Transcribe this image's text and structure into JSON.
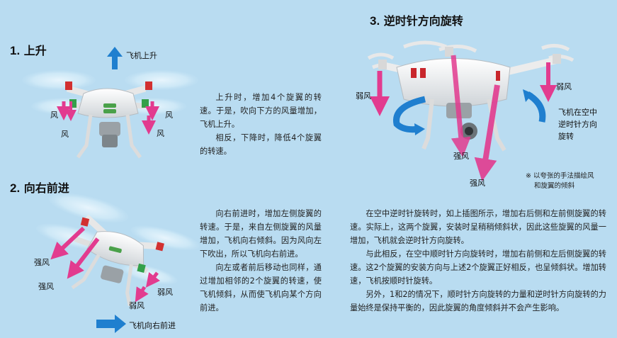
{
  "sections": {
    "s1": {
      "num": "1.",
      "title": "上升"
    },
    "s2": {
      "num": "2.",
      "title": "向右前进"
    },
    "s3": {
      "num": "3.",
      "title": "逆时针方向旋转"
    }
  },
  "labels": {
    "s1_up": "飞机上升",
    "s1_wind": "风",
    "s2_strong": "强风",
    "s2_weak": "弱风",
    "s2_move": "飞机向右前进",
    "s3_weak": "弱风",
    "s3_strong": "强风",
    "s3_rotate_l1": "飞机在空中",
    "s3_rotate_l2": "逆时针方向",
    "s3_rotate_l3": "旋转"
  },
  "note": {
    "l1": "※ 以夸张的手法描绘风",
    "l2": "和旋翼的倾斜"
  },
  "text": {
    "p1a": "上升时，增加4个旋翼的转速。于是，吹向下方的风量增加，飞机上升。",
    "p1b": "相反，下降时，降低4个旋翼的转速。",
    "p2a": "向右前进时，增加左侧旋翼的转速。于是，来自左侧旋翼的风量增加，飞机向右倾斜。因为风向左下吹出，所以飞机向右前进。",
    "p2b": "向左或者前后移动也同样，通过增加相邻的2个旋翼的转速，使飞机倾斜，从而使飞机向某个方向前进。",
    "p3a": "在空中逆时针旋转时，如上插图所示，增加右后侧和左前侧旋翼的转速。实际上，这两个旋翼，安装时呈稍稍倾斜状，因此这些旋翼的风量一增加，飞机就会逆时针方向旋转。",
    "p3b": "与此相反，在空中顺时针方向旋转时，增加右前侧和左后侧旋翼的转速。这2个旋翼的安装方向与上述2个旋翼正好相反，也呈倾斜状。增加转速，飞机按顺时针旋转。",
    "p3c": "另外，1和2的情况下，顺时针方向旋转的力量和逆时针方向旋转的力量始终是保持平衡的，因此旋翼的角度倾斜并不会产生影响。"
  },
  "colors": {
    "background": "#b9dcf1",
    "wind_arrow": "#e23b8f",
    "move_arrow": "#1f7fcf",
    "rotor_blur": "#d8eef9",
    "drone_body": "#f2f2f2",
    "stripe_red": "#c8262c"
  }
}
